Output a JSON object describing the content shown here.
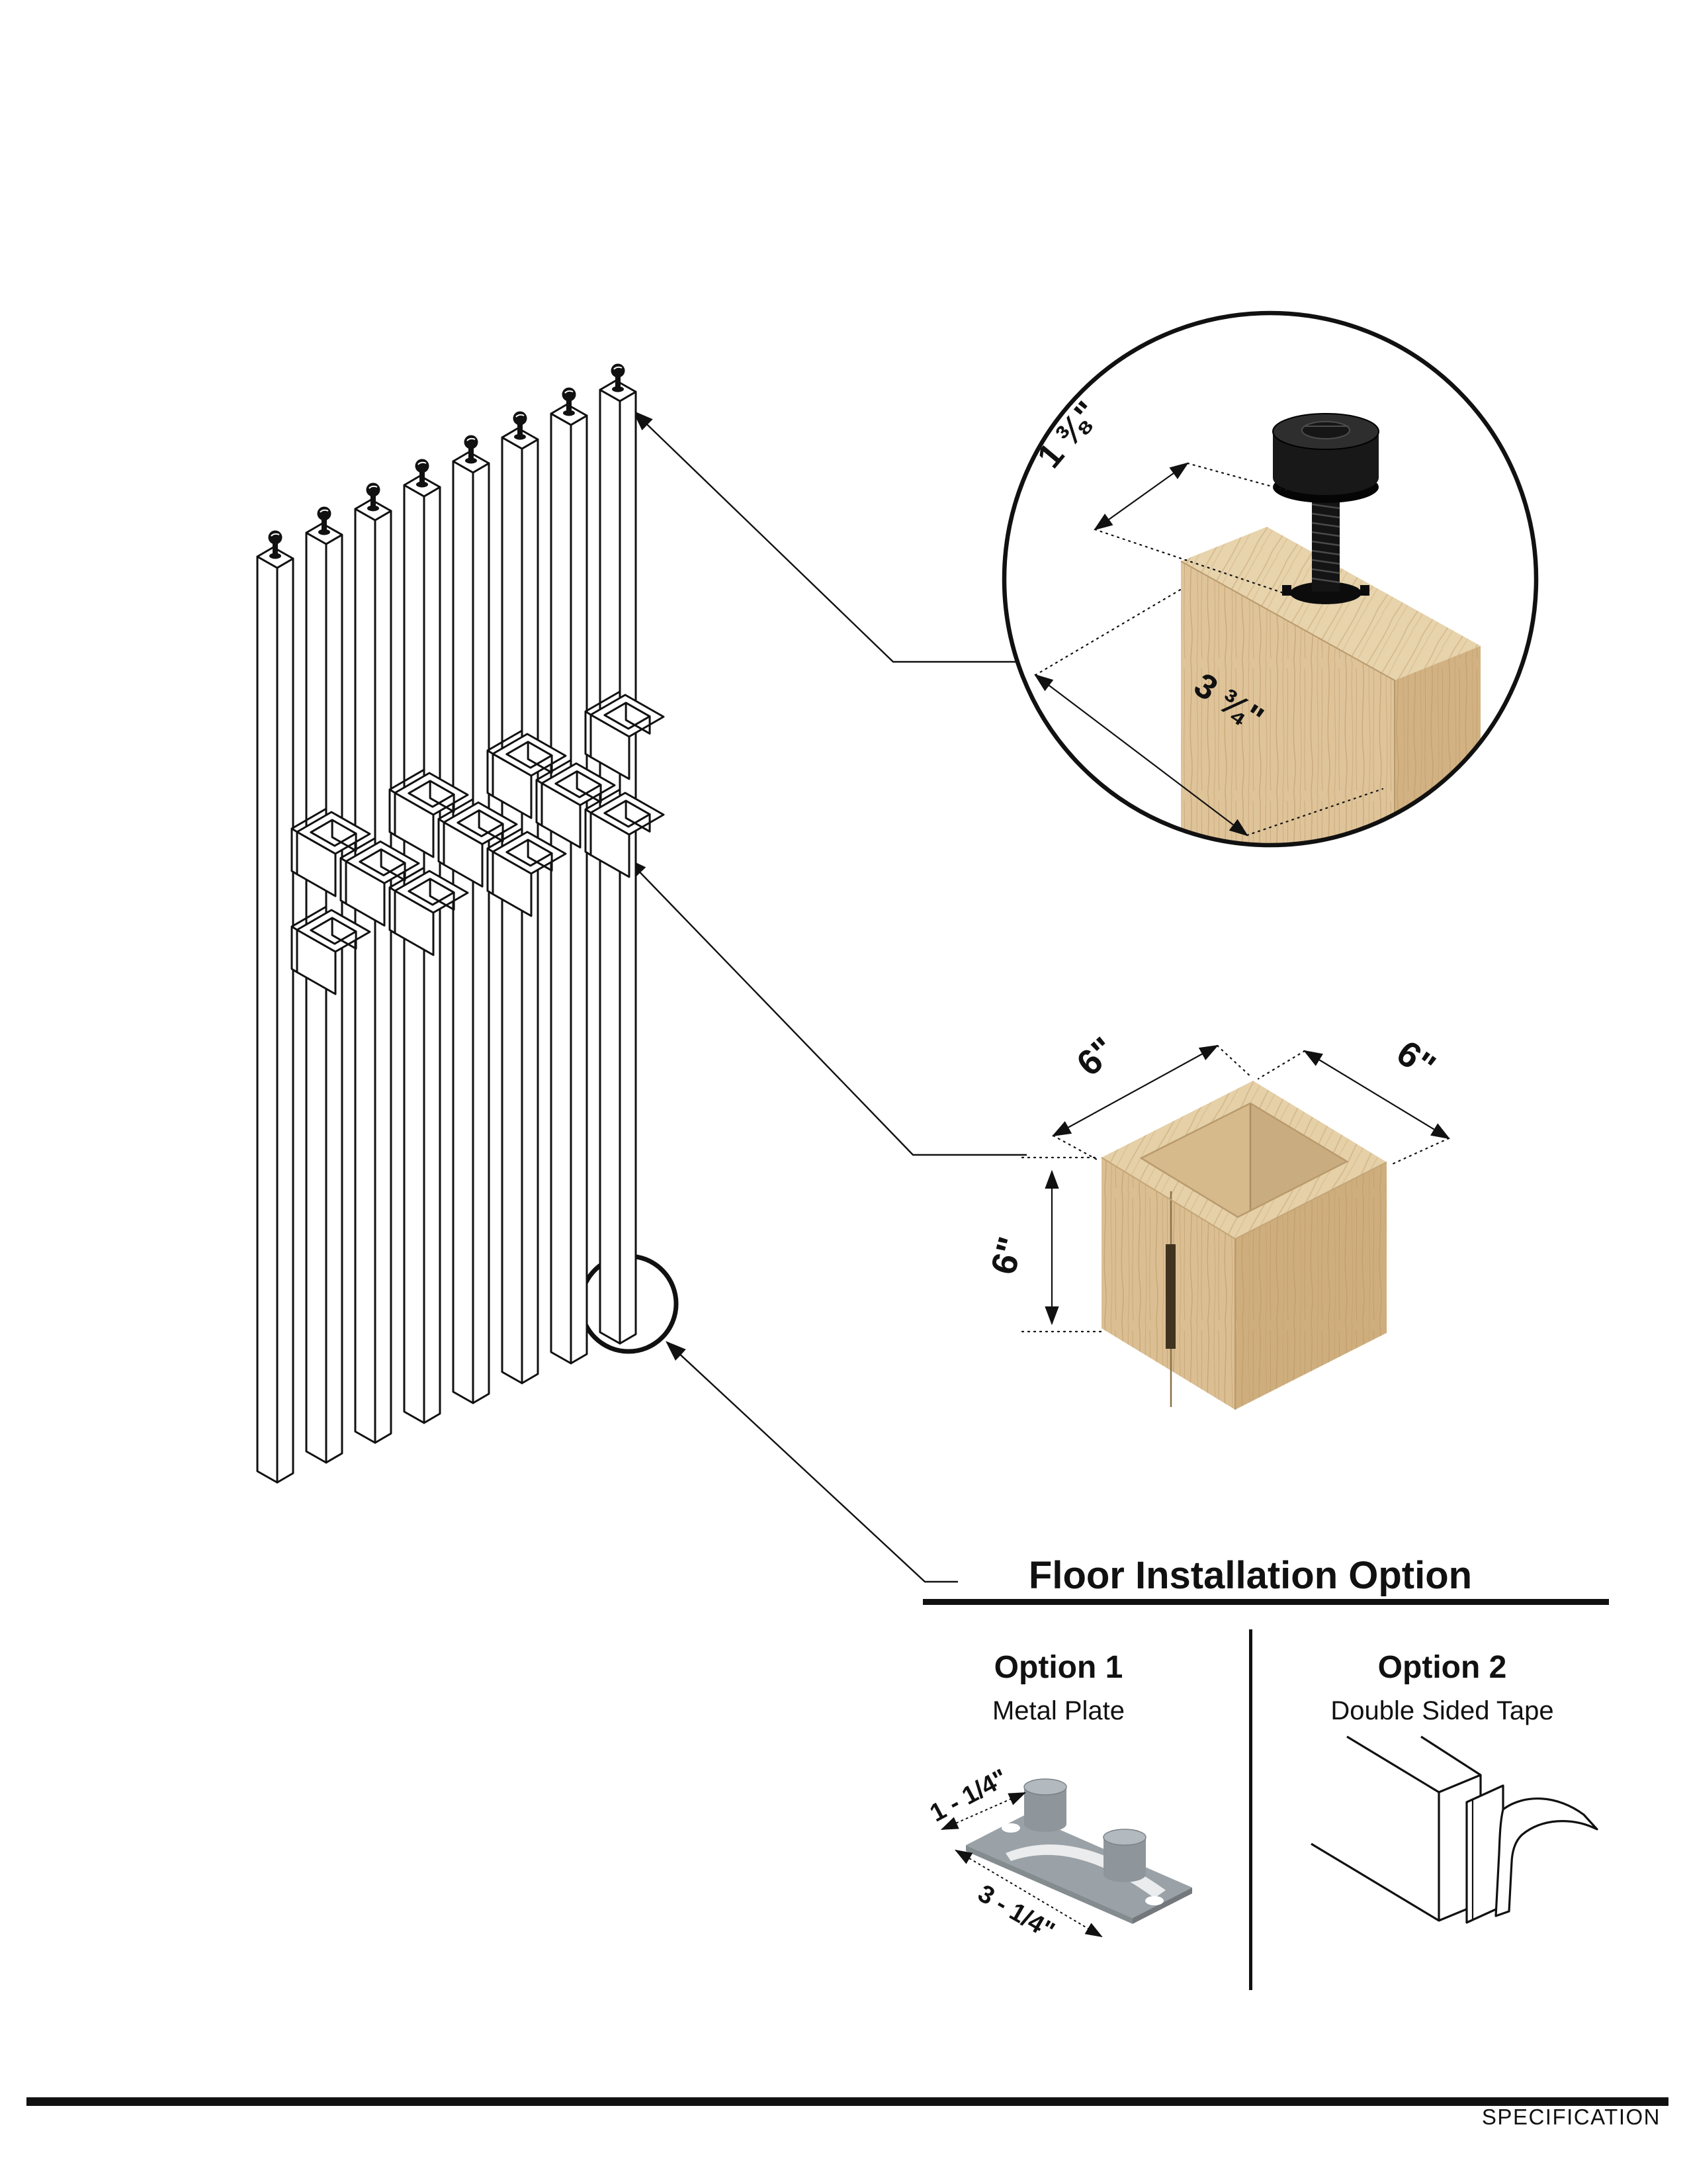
{
  "assembly": {
    "slat_count": 8,
    "planter_box_count": 11
  },
  "fastener_detail": {
    "height_label": "1 ⅜\"",
    "width_label": "3 ¾\""
  },
  "box_detail": {
    "width_label": "6\"",
    "depth_label": "6\"",
    "height_label": "6\""
  },
  "floor_installation": {
    "title": "Floor Installation Option",
    "options": [
      {
        "heading": "Option 1",
        "subheading": "Metal Plate",
        "dim_width": "1 - 1/4\"",
        "dim_length": "3 - 1/4\""
      },
      {
        "heading": "Option 2",
        "subheading": "Double Sided Tape"
      }
    ]
  },
  "footer": {
    "label": "SPECIFICATION"
  },
  "colors": {
    "line": "#111111",
    "wood_top": "#e7d3ac",
    "wood_front": "#dfc49a",
    "wood_side": "#d2b283",
    "metal": "#9aa2a7"
  }
}
